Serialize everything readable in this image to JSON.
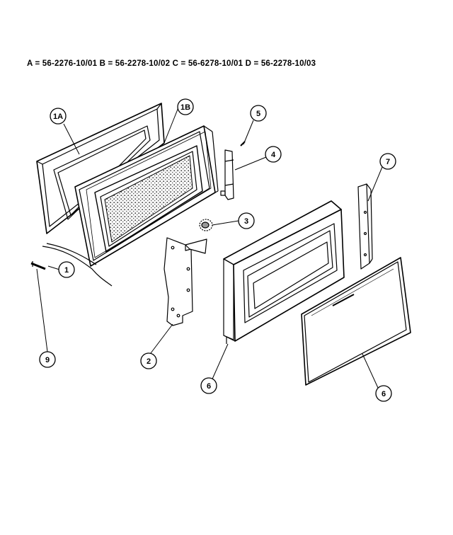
{
  "header": {
    "model_codes": "A = 56-2276-10/01  B = 56-2278-10/02  C = 56-6278-10/01  D = 56-2278-10/03"
  },
  "callouts": {
    "c1A": "1A",
    "c1B": "1B",
    "c1": "1",
    "c2": "2",
    "c3": "3",
    "c4": "4",
    "c5": "5",
    "c6a": "6",
    "c6b": "6",
    "c7": "7",
    "c9": "9"
  }
}
